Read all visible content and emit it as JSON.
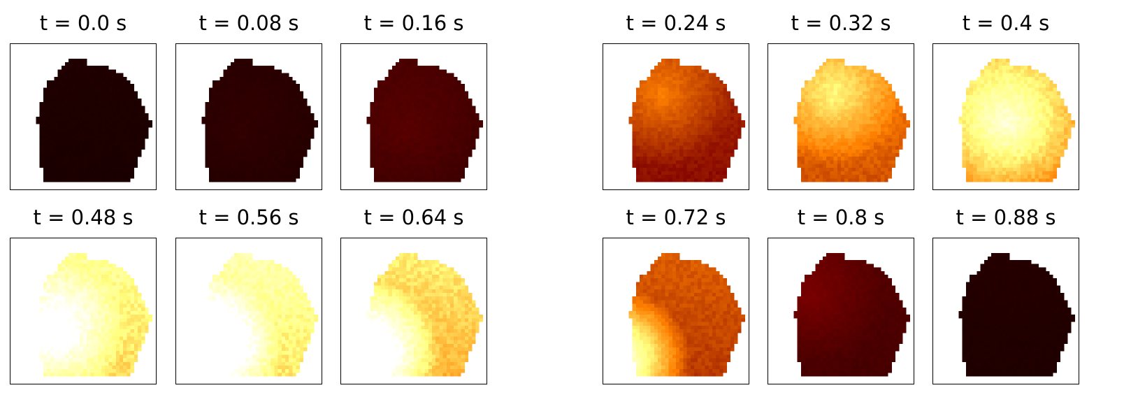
{
  "figure": {
    "colormap": "afmhot",
    "panels": [
      {
        "label": "t = 0.0 s",
        "intensity": 0.06,
        "hotspot": [
          0.45,
          0.6
        ],
        "hot_gain": 0.0
      },
      {
        "label": "t = 0.08 s",
        "intensity": 0.08,
        "hotspot": [
          0.45,
          0.6
        ],
        "hot_gain": 0.02
      },
      {
        "label": "t = 0.16 s",
        "intensity": 0.14,
        "hotspot": [
          0.45,
          0.6
        ],
        "hot_gain": 0.04
      },
      {
        "label": "t = 0.24 s",
        "intensity": 0.32,
        "hotspot": [
          0.4,
          0.35
        ],
        "hot_gain": 0.18
      },
      {
        "label": "t = 0.32 s",
        "intensity": 0.48,
        "hotspot": [
          0.45,
          0.35
        ],
        "hot_gain": 0.28
      },
      {
        "label": "t = 0.4 s",
        "intensity": 0.62,
        "hotspot": [
          0.5,
          0.55
        ],
        "hot_gain": 0.35
      },
      {
        "label": "t = 0.48 s",
        "intensity": 0.78,
        "hotspot": [
          0.3,
          0.65
        ],
        "hot_gain": 0.4
      },
      {
        "label": "t = 0.56 s",
        "intensity": 0.82,
        "hotspot": [
          0.22,
          0.75
        ],
        "hot_gain": 0.6
      },
      {
        "label": "t = 0.64 s",
        "intensity": 0.7,
        "hotspot": [
          0.18,
          0.8
        ],
        "hot_gain": 0.65
      },
      {
        "label": "t = 0.72 s",
        "intensity": 0.42,
        "hotspot": [
          0.1,
          0.85
        ],
        "hot_gain": 0.65
      },
      {
        "label": "t = 0.8 s",
        "intensity": 0.16,
        "hotspot": [
          0.3,
          0.4
        ],
        "hot_gain": 0.08
      },
      {
        "label": "t = 0.88 s",
        "intensity": 0.07,
        "hotspot": [
          0.45,
          0.6
        ],
        "hot_gain": 0.0
      }
    ]
  }
}
